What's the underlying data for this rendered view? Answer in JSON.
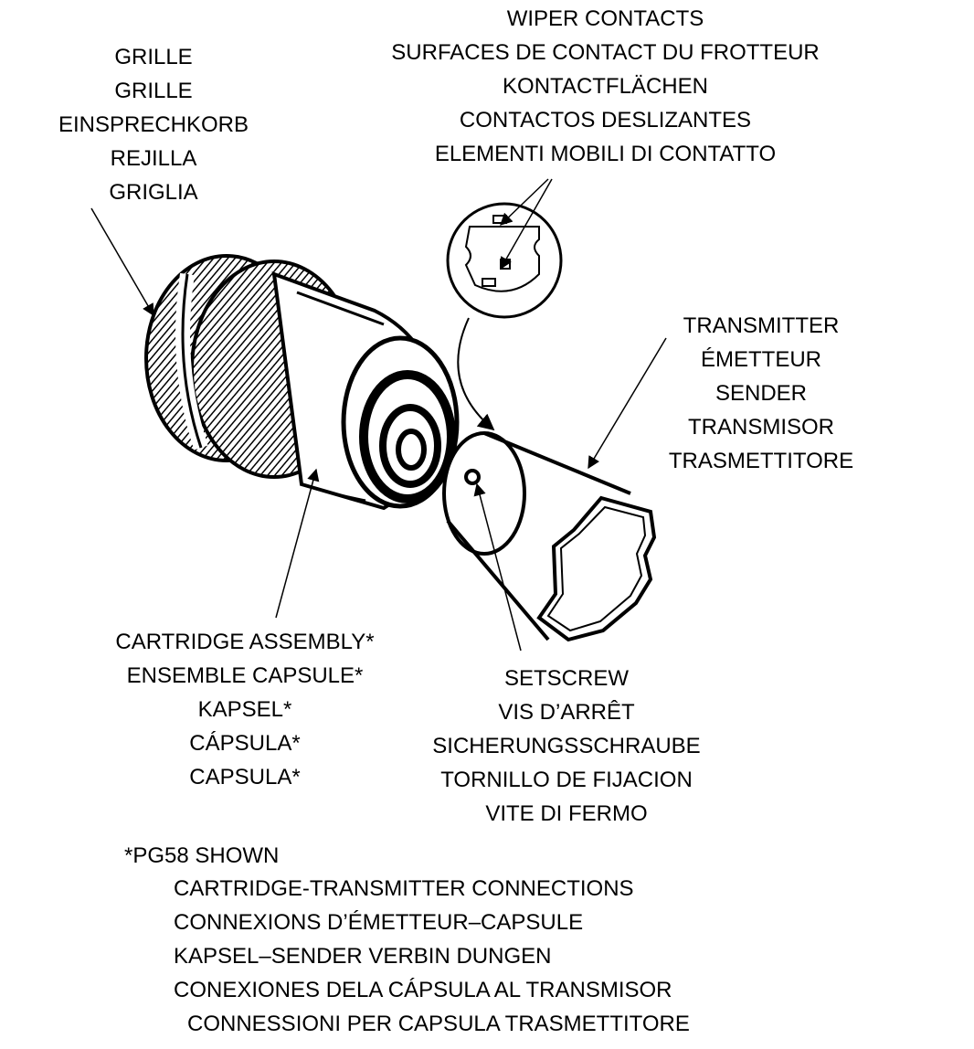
{
  "grille_label": [
    "GRILLE",
    "GRILLE",
    "EINSPRECHKORB",
    "REJILLA",
    "GRIGLIA"
  ],
  "wiper_contacts_label": [
    "WIPER CONTACTS",
    "SURFACES DE CONTACT DU FROTTEUR",
    "KONTACTFLÄCHEN",
    "CONTACTOS DESLIZANTES",
    "ELEMENTI MOBILI DI CONTATTO"
  ],
  "transmitter_label": [
    "TRANSMITTER",
    "ÉMETTEUR",
    "SENDER",
    "TRANSMISOR",
    "TRASMETTITORE"
  ],
  "cartridge_label": [
    "CARTRIDGE ASSEMBLY*",
    "ENSEMBLE CAPSULE*",
    "KAPSEL*",
    "CÁPSULA*",
    "CAPSULA*"
  ],
  "setscrew_label": [
    "SETSCREW",
    "VIS D’ARRÊT",
    "SICHERUNGSSCHRAUBE",
    "TORNILLO DE FIJACION",
    "VITE DI FERMO"
  ],
  "footnote": "*PG58 SHOWN",
  "connections_label": [
    "CARTRIDGE-TRANSMITTER CONNECTIONS",
    "CONNEXIONS D’ÉMETTEUR–CAPSULE",
    "KAPSEL–SENDER VERBIN DUNGEN",
    "CONEXIONES DELA CÁPSULA AL TRANSMISOR",
    "CONNESSIONI PER CAPSULA TRASMETTITORE"
  ]
}
